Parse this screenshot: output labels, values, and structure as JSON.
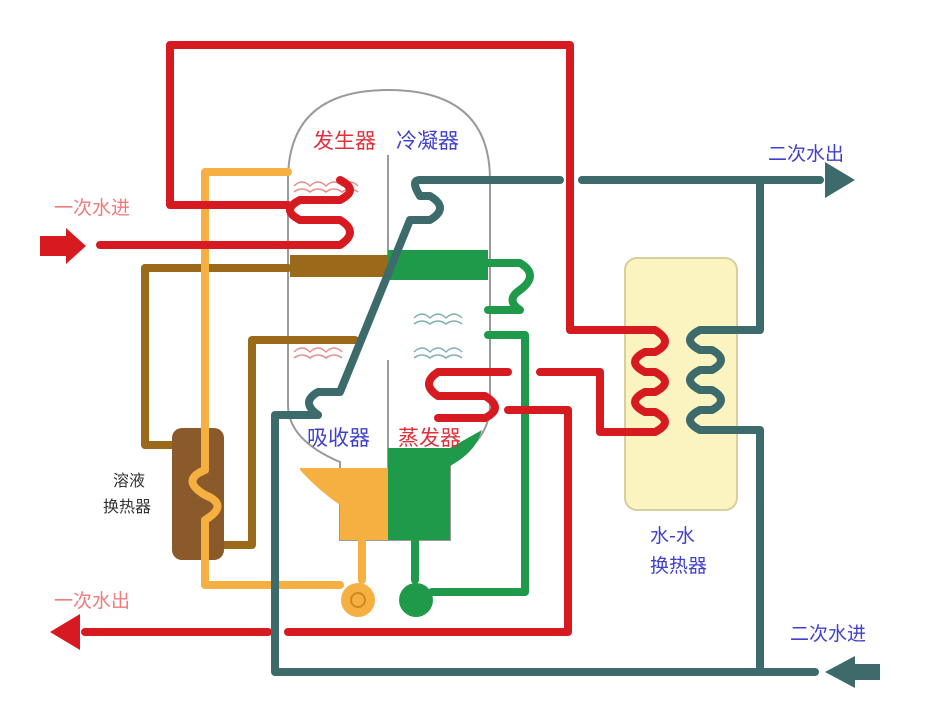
{
  "labels": {
    "generator": "发生器",
    "condenser": "冷凝器",
    "absorber": "吸收器",
    "evaporator": "蒸发器",
    "primary_in": "一次水进",
    "primary_out": "一次水出",
    "secondary_out": "二次水出",
    "secondary_in": "二次水进",
    "solution_hx_line1": "溶液",
    "solution_hx_line2": "换热器",
    "water_hx_line1": "水-水",
    "water_hx_line2": "换热器"
  },
  "colors": {
    "primary_hot": "#d71920",
    "secondary": "#3d6b6b",
    "solution": "#f5b041",
    "concentrated_solution": "#9a6a1a",
    "refrigerant": "#1e9a4a",
    "solution_hx_fill": "#8b5a2b",
    "water_hx_fill": "#fbf3c0",
    "vessel_outline": "#9a9a9a",
    "label_red": "#e0303a",
    "label_blue": "#4040d0",
    "label_pink": "#ef7c7c",
    "label_dark": "#333333"
  }
}
